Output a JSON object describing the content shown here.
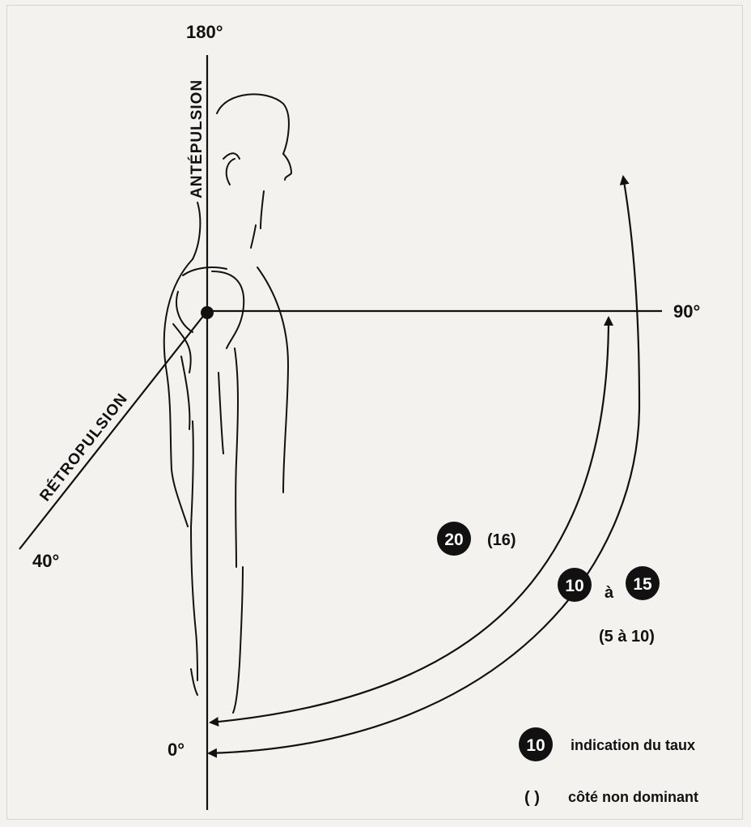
{
  "angles": {
    "top": "180°",
    "right": "90°",
    "bottom": "0°",
    "retro": "40°"
  },
  "axis_labels": {
    "antepulsion": "ANTÉPULSION",
    "retropulsion": "RÉTROPULSION"
  },
  "inner_arc": {
    "badge": "20",
    "paren": "(16)"
  },
  "outer_arc": {
    "badge_a": "10",
    "connector": "à",
    "badge_b": "15",
    "paren": "(5 à 10)"
  },
  "legend": {
    "badge": "10",
    "badge_text": "indication du taux",
    "paren_symbol": "( )",
    "paren_text": "côté non dominant"
  },
  "colors": {
    "ink": "#111111",
    "paper": "#f3f2ef",
    "badge_fill": "#111111",
    "badge_text": "#ffffff"
  }
}
